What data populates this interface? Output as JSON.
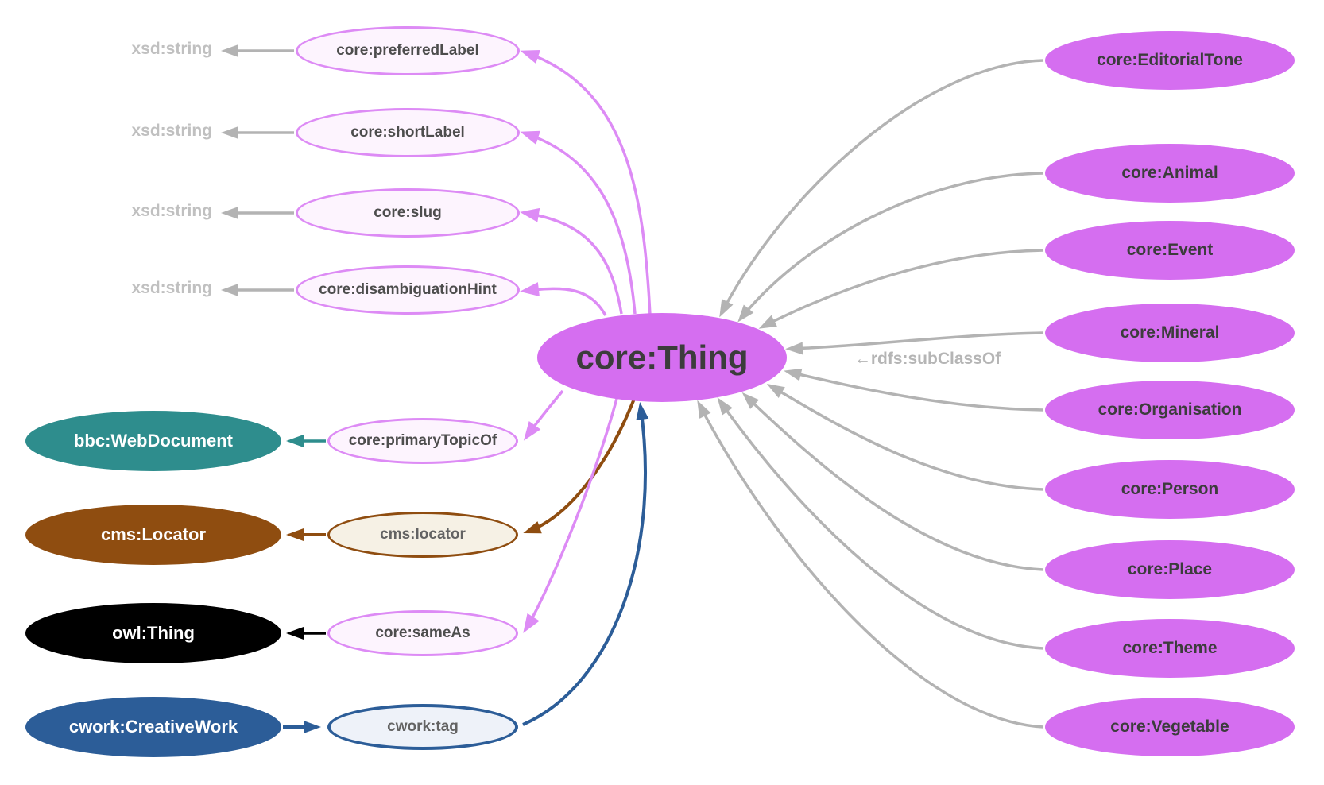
{
  "center_node": {
    "label": "core:Thing"
  },
  "subclass_edge_label": "←rdfs:subClassOf",
  "subclasses": [
    {
      "label": "core:EditorialTone"
    },
    {
      "label": "core:Animal"
    },
    {
      "label": "core:Event"
    },
    {
      "label": "core:Mineral"
    },
    {
      "label": "core:Organisation"
    },
    {
      "label": "core:Person"
    },
    {
      "label": "core:Place"
    },
    {
      "label": "core:Theme"
    },
    {
      "label": "core:Vegetable"
    }
  ],
  "datatype_properties": [
    {
      "property": "core:preferredLabel",
      "datatype": "xsd:string"
    },
    {
      "property": "core:shortLabel",
      "datatype": "xsd:string"
    },
    {
      "property": "core:slug",
      "datatype": "xsd:string"
    },
    {
      "property": "core:disambiguationHint",
      "datatype": "xsd:string"
    }
  ],
  "object_properties": [
    {
      "property": "core:primaryTopicOf",
      "target_class": "bbc:WebDocument"
    },
    {
      "property": "cms:locator",
      "target_class": "cms:Locator"
    },
    {
      "property": "core:sameAs",
      "target_class": "owl:Thing"
    },
    {
      "property": "cwork:tag",
      "target_class": "cwork:CreativeWork"
    }
  ],
  "colors": {
    "class_purple": "#d56ef0",
    "violet_edge": "#dd8bf5",
    "gray_edge": "#b3b3b3",
    "teal": "#2e8d8d",
    "brown": "#8f4d10",
    "black": "#000000",
    "blue": "#2c5d98",
    "violet_property_fill": "#fdf4fe",
    "cream_property_fill": "#f6f1e5",
    "blue_property_fill": "#eef2f9"
  }
}
